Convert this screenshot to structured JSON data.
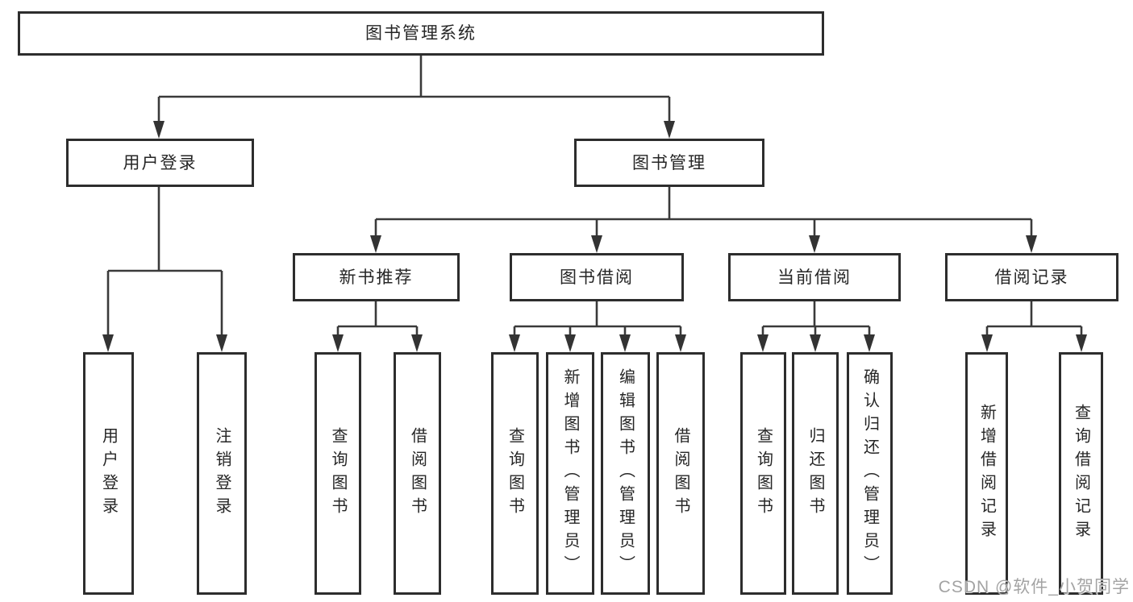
{
  "tree": {
    "label": "图书管理系统",
    "children": [
      {
        "label": "用户登录",
        "children": [
          {
            "label": "用户登录"
          },
          {
            "label": "注销登录"
          }
        ]
      },
      {
        "label": "图书管理",
        "children": [
          {
            "label": "新书推荐",
            "children": [
              {
                "label": "查询图书"
              },
              {
                "label": "借阅图书"
              }
            ]
          },
          {
            "label": "图书借阅",
            "children": [
              {
                "label": "查询图书"
              },
              {
                "label": "新增图书（管理员）"
              },
              {
                "label": "编辑图书（管理员）"
              },
              {
                "label": "借阅图书"
              }
            ]
          },
          {
            "label": "当前借阅",
            "children": [
              {
                "label": "查询图书"
              },
              {
                "label": "归还图书"
              },
              {
                "label": "确认归还（管理员）"
              }
            ]
          },
          {
            "label": "借阅记录",
            "children": [
              {
                "label": "新增借阅记录"
              },
              {
                "label": "查询借阅记录"
              }
            ]
          }
        ]
      }
    ]
  },
  "watermark": {
    "text": "CSDN @软件_小贺同学"
  },
  "colors": {
    "box_border": "#2d2d2d",
    "line": "#3a3a3a",
    "text": "#262626",
    "background": "#ffffff",
    "watermark": "#a3a3a3"
  }
}
